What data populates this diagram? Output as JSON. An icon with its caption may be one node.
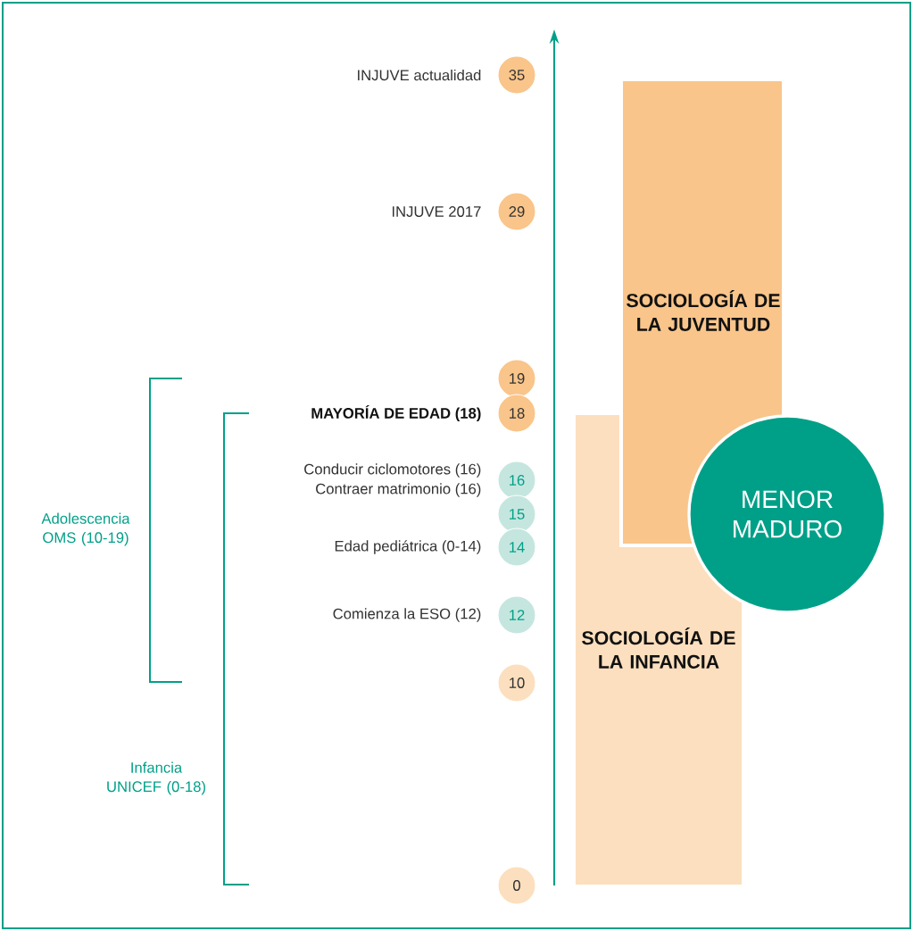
{
  "diagram": {
    "nodes": [
      {
        "text": [
          "35"
        ],
        "beside": [
          "INJUVE actualidad"
        ]
      },
      {
        "text": [
          "29"
        ],
        "beside": [
          "INJUVE 2017"
        ]
      },
      {
        "text": [
          "19"
        ]
      },
      {
        "text": [
          "18"
        ],
        "beside": [
          "MAYORÍA DE EDAD (18)"
        ]
      },
      {
        "text": [
          "16"
        ],
        "beside": [
          "Conducir ciclomotores (16)",
          "Contraer matrimonio (16)"
        ]
      },
      {
        "text": [
          "15"
        ]
      },
      {
        "text": [
          "14"
        ],
        "beside": [
          "Edad pediátrica (0-14)"
        ]
      },
      {
        "text": [
          "12"
        ],
        "beside": [
          "Comienza la ESO (12)"
        ]
      },
      {
        "text": [
          "10"
        ]
      },
      {
        "text": [
          "0"
        ]
      },
      {
        "text": [
          "SOCIOLOGÍA DE LA JUVENTUD"
        ]
      },
      {
        "text": [
          "SOCIOLOGÍA DE LA INFANCIA"
        ]
      },
      {
        "text": [
          "MENOR MADURO"
        ]
      }
    ],
    "labels": [
      "Adolescencia OMS (10-19)",
      "Infancia UNICEF (0-18)"
    ]
  }
}
